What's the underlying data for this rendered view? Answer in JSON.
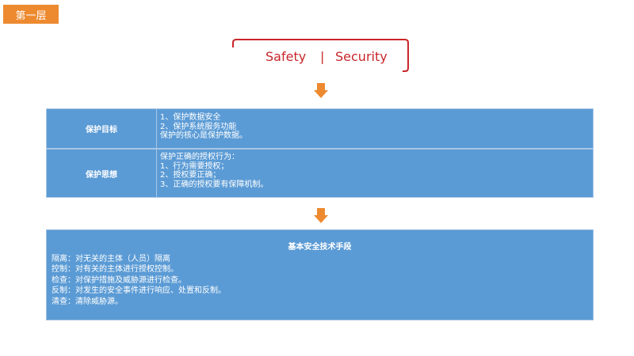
{
  "badge": {
    "label": "第一层"
  },
  "header": {
    "left": "Safety",
    "divider": "|",
    "right": "Security"
  },
  "colors": {
    "accent": "#c8262b",
    "arrow": "#ed8a2f",
    "box": "#5b9bd5",
    "text": "#ffffff"
  },
  "goals_table": {
    "rows": [
      {
        "key": "保护目标",
        "lines": [
          "1、保护数据安全",
          "2、保护系统服务功能",
          "保护的核心是保护数据。"
        ]
      },
      {
        "key": "保护思想",
        "lines": [
          "保护正确的授权行为：",
          "1、行为需要授权；",
          "2、授权要正确；",
          "3、正确的授权要有保障机制。"
        ]
      }
    ]
  },
  "measures": {
    "title": "基本安全技术手段",
    "items": [
      "隔离：对无关的主体（人员）隔离",
      "控制：对有关的主体进行授权控制。",
      "检查：对保护措施及威胁源进行检查。",
      "反制：对发生的安全事件进行响应、处置和反制。",
      "清查：清除威胁源。"
    ]
  }
}
